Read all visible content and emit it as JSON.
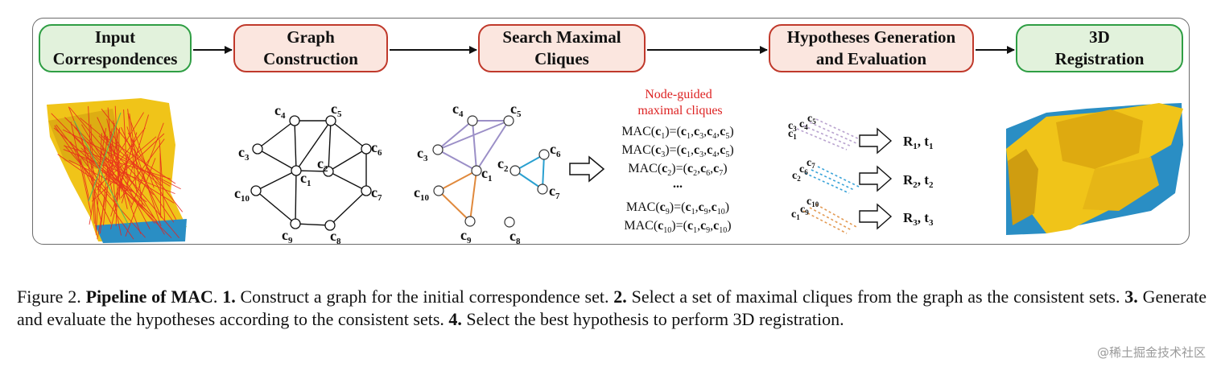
{
  "stages": [
    {
      "id": "input",
      "label": "Input\nCorrespondences",
      "color": "green"
    },
    {
      "id": "graph",
      "label": "Graph\nConstruction",
      "color": "red"
    },
    {
      "id": "search",
      "label": "Search Maximal\nCliques",
      "color": "red"
    },
    {
      "id": "hyp",
      "label": "Hypotheses Generation\nand Evaluation",
      "color": "red"
    },
    {
      "id": "reg",
      "label": "3D\nRegistration",
      "color": "green"
    }
  ],
  "graph_nodes": [
    "c1",
    "c2",
    "c3",
    "c4",
    "c5",
    "c6",
    "c7",
    "c8",
    "c9",
    "c10"
  ],
  "node_guided_label": "Node-guided\nmaximal cliques",
  "mac_lines": [
    "MAC(c1)=(c1,c3,c4,c5)",
    "MAC(c3)=(c1,c3,c4,c5)",
    "MAC(c2)=(c2,c6,c7)",
    "...",
    "MAC(c9)=(c1,c9,c10)",
    "MAC(c10)=(c1,c9,c10)"
  ],
  "hypotheses": [
    {
      "nodes": "c1 c3 c4 c5",
      "result": "R1, t1",
      "color": "#b9a3cf"
    },
    {
      "nodes": "c2 c6 c7",
      "result": "R2, t2",
      "color": "#3aa3d8"
    },
    {
      "nodes": "c1 c9 c10",
      "result": "R3, t3",
      "color": "#e39a53"
    }
  ],
  "colors": {
    "green_border": "#2f9e44",
    "red_border": "#c0392b",
    "purple": "#9b8fc7",
    "blue": "#2aa0d0",
    "orange": "#e0893c",
    "red_lines": "#e8201c",
    "yellow": "#f0c419"
  },
  "caption": {
    "prefix": "Figure 2. ",
    "title": "Pipeline of MAC",
    "t1": ". ",
    "n1": "1.",
    "s1": " Construct a graph for the initial correspondence set. ",
    "n2": "2.",
    "s2": " Select a set of maximal cliques from the graph as the consistent sets. ",
    "n3": "3.",
    "s3": " Generate and evaluate the hypotheses according to the consistent sets. ",
    "n4": "4.",
    "s4": " Select the best hypothesis to perform 3D registration."
  },
  "watermark": "@稀土掘金技术社区"
}
